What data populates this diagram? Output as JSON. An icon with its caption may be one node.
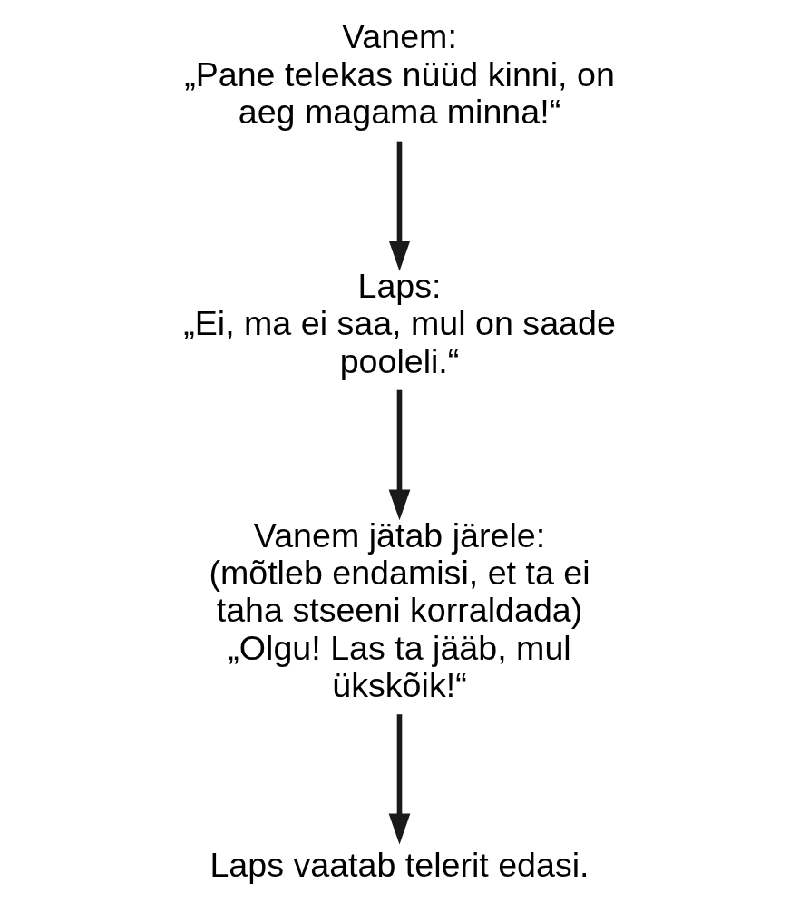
{
  "diagram": {
    "nodes": [
      {
        "text": [
          "Vanem:",
          "„Pane telekas nüüd kinni, on aeg magama minna!“"
        ]
      },
      {
        "text": [
          "Laps:",
          "„Ei, ma ei saa, mul on saade pooleli.“"
        ]
      },
      {
        "text": [
          "Laps vaatab telerit edasi."
        ]
      },
      {
        "text": [
          "Vanem jätab järele:",
          "(mõtleb endamisi, et ta ei taha stseeni korraldada) „Olgu! Las ta jääb, mul ükskõik!“"
        ]
      }
    ],
    "edges": [
      {
        "from": 0,
        "to": 1,
        "arrow": "to"
      },
      {
        "from": 1,
        "to": 3,
        "arrow": "to"
      },
      {
        "from": 3,
        "to": 2,
        "arrow": "to"
      }
    ]
  }
}
